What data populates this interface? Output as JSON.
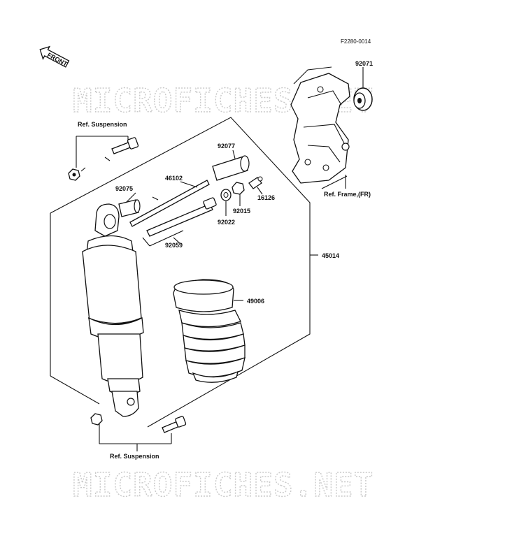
{
  "diagram_code": "F2280-0014",
  "front_arrow_label": "FRONT",
  "watermark": "MICROFICHES.NET",
  "references": {
    "suspension_top": "Ref. Suspension",
    "suspension_bottom": "Ref. Suspension",
    "frame": "Ref. Frame,(FR)"
  },
  "parts": {
    "p92071": "92071",
    "p92077": "92077",
    "p46102": "46102",
    "p92075": "92075",
    "p92015": "92015",
    "p16126": "16126",
    "p92022": "92022",
    "p92059": "92059",
    "p45014": "45014",
    "p49006": "49006"
  }
}
